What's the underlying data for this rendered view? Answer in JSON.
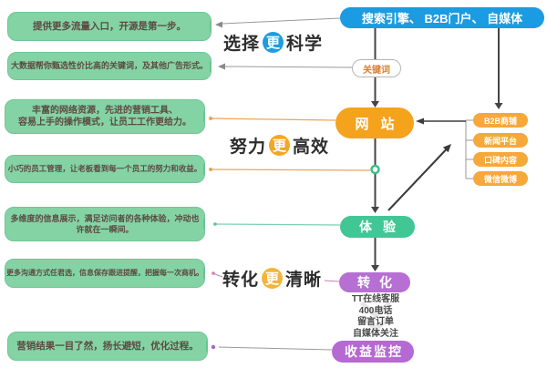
{
  "notes": [
    {
      "lines": [
        "提供更多流量入口，开源是第一步。"
      ]
    },
    {
      "lines": [
        "大数据帮你甄选性价比高的关键词，及其他广告形式。"
      ]
    },
    {
      "lines": [
        "丰富的网络资源，先进的营销工具、",
        "容易上手的操作模式，让员工工作更给力。"
      ]
    },
    {
      "lines": [
        "小巧的员工管理，让老板看到每一个员工的努力和收益。"
      ]
    },
    {
      "lines": [
        "多维度的信息展示，满足访问者的各种体验，冲动也",
        "许就在一瞬间。"
      ]
    },
    {
      "lines": [
        "更多沟通方式任君选，信息保存跟进提醒，把握每一次商机。"
      ]
    },
    {
      "lines": [
        "营销结果一目了然，扬长避短，优化过程。"
      ]
    }
  ],
  "slogans": [
    {
      "prefix": "选择",
      "circle": "更",
      "suffix": "科学",
      "circle_color": "#1f9ce0"
    },
    {
      "prefix": "努力",
      "circle": "更",
      "suffix": "高效",
      "circle_color": "#f5a623"
    },
    {
      "prefix": "转化",
      "circle": "更",
      "suffix": "清晰",
      "circle_color": "#f2b53a"
    }
  ],
  "flow": {
    "sources": "搜索引擎、 B2B门户、 自媒体",
    "keyword": "关键词",
    "website": "网站",
    "experience": "体验",
    "conversion": "转化",
    "monitor": "收益监控",
    "channels": [
      "B2B商铺",
      "新闻平台",
      "口碑内容",
      "微信微博"
    ],
    "conversion_methods": [
      "TT在线客服",
      "400电话",
      "留言订单",
      "自媒体关注"
    ]
  },
  "colors": {
    "note_green": "#84d3a5",
    "note_text": "#5c4a42",
    "source_blue": "#1b9be2",
    "website_orange": "#f5a21d",
    "channel_orange": "#f6a83b",
    "experience_green": "#41c795",
    "conversion_purple": "#b76fd4",
    "monitor_purple": "#b569d2",
    "keyword_text": "#d9822b",
    "connector_dark": "#444444",
    "connector_orange": "#f0a355",
    "connector_teal": "#7fcfb4",
    "connector_pink": "#cc7fae",
    "connector_gray": "#999999"
  }
}
